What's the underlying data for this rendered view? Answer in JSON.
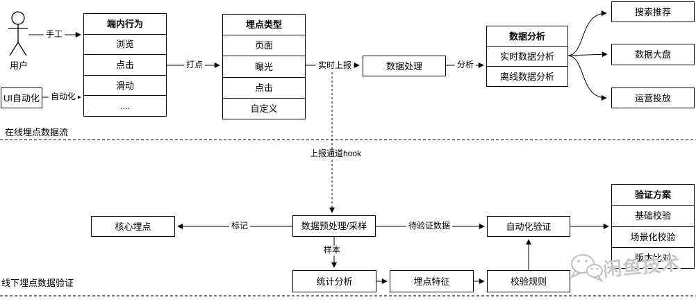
{
  "sections": {
    "online": "在线埋点数据流",
    "offline": "线下埋点数据验证"
  },
  "actor": "用户",
  "boxes": {
    "ui_auto": "UI自动化",
    "data_processing": "数据处理",
    "search_rec": "搜索推荐",
    "data_dashboard": "数据大盘",
    "operation": "运营投放",
    "core_tracking": "核心埋点",
    "preprocess": "数据预处理/采样",
    "auto_verify": "自动化验证",
    "stat_analysis": "统计分析",
    "track_feature": "埋点特征",
    "check_rules": "校验规则"
  },
  "tables": {
    "client_behavior": {
      "header": "端内行为",
      "rows": [
        "浏览",
        "点击",
        "滑动",
        "...."
      ]
    },
    "track_type": {
      "header": "埋点类型",
      "rows": [
        "页面",
        "曝光",
        "点击",
        "自定义"
      ]
    },
    "data_analysis": {
      "header": "数据分析",
      "rows": [
        "实时数据分析",
        "离线数据分析"
      ]
    },
    "verify_plan": {
      "header": "验证方案",
      "rows": [
        "基础校验",
        "场景化校验",
        "版本比对"
      ]
    }
  },
  "edge_labels": {
    "manual": "手工",
    "automation": "自动化",
    "dot": "打点",
    "realtime_report": "实时上报",
    "analysis": "分析",
    "report_hook": "上报通道hook",
    "mark": "标记",
    "pending_verify": "待验证数据",
    "sample": "样本"
  },
  "watermark": {
    "text": "闲鱼技术",
    "icon": "wechat-icon"
  },
  "colors": {
    "line": "#000000",
    "watermark": "#c7c7c7",
    "background": "#ffffff"
  }
}
